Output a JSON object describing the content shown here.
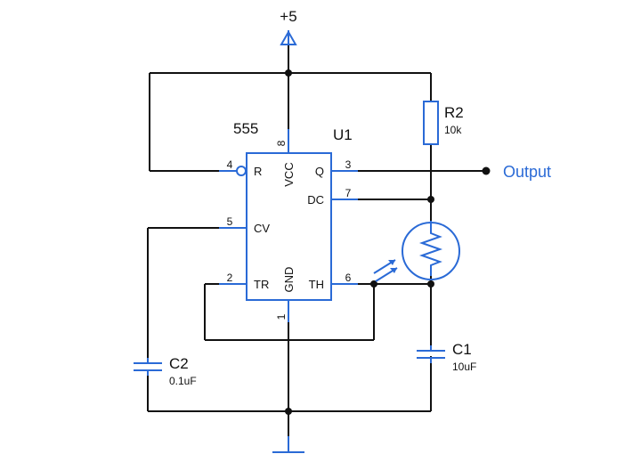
{
  "supply": {
    "label": "+5"
  },
  "ic": {
    "name": "555",
    "ref": "U1",
    "pins": {
      "vcc": {
        "num": "8",
        "name": "VCC"
      },
      "gnd": {
        "num": "1",
        "name": "GND"
      },
      "r": {
        "num": "4",
        "name": "R"
      },
      "q": {
        "num": "3",
        "name": "Q"
      },
      "dc": {
        "num": "7",
        "name": "DC"
      },
      "cv": {
        "num": "5",
        "name": "CV"
      },
      "tr": {
        "num": "2",
        "name": "TR"
      },
      "th": {
        "num": "6",
        "name": "TH"
      }
    }
  },
  "components": {
    "r2": {
      "ref": "R2",
      "value": "10k"
    },
    "c1": {
      "ref": "C1",
      "value": "10uF"
    },
    "c2": {
      "ref": "C2",
      "value": "0.1uF"
    }
  },
  "output": {
    "label": "Output"
  },
  "colors": {
    "accent": "#2a6ad6",
    "wire": "#111111"
  }
}
